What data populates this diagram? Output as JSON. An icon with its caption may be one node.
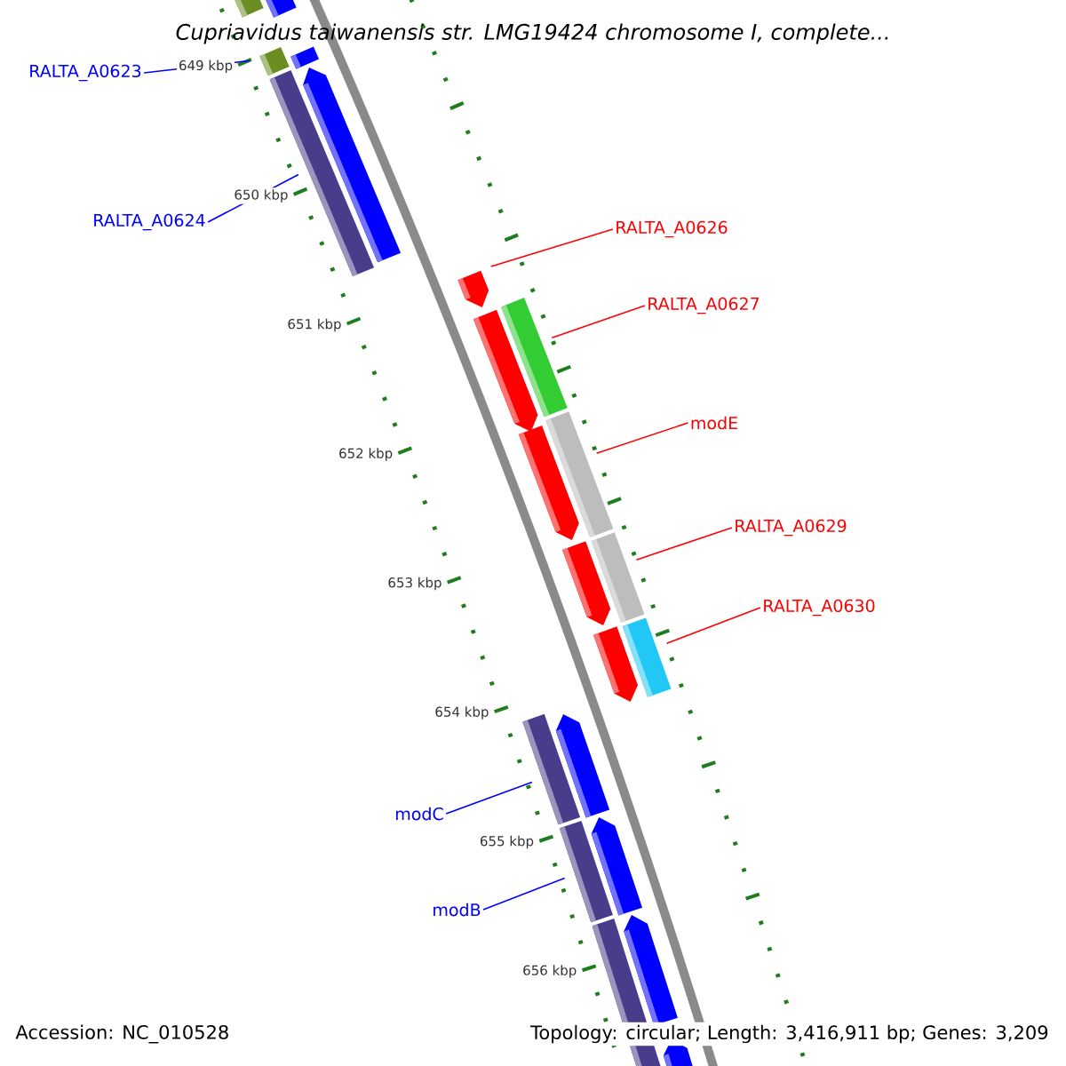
{
  "diagram": {
    "title": "Cupriavidus taiwanensis str. LMG19424 chromosome I, complete...",
    "nodes": [
      {
        "text": [
          "RALTA_A0623"
        ]
      },
      {
        "text": [],
        "shape": "bar"
      },
      {
        "text": [
          "RALTA_A0624"
        ]
      },
      {
        "text": [],
        "shape": "bar"
      },
      {
        "text": [
          "RALTA_A0626"
        ]
      },
      {
        "text": [],
        "shape": "bar"
      },
      {
        "text": [
          "RALTA_A0627"
        ]
      },
      {
        "text": [],
        "shape": "bar"
      },
      {
        "text": [
          "modE"
        ]
      },
      {
        "text": [],
        "shape": "bar"
      },
      {
        "text": [
          "RALTA_A0629"
        ]
      },
      {
        "text": [],
        "shape": "bar"
      },
      {
        "text": [
          "RALTA_A0630"
        ]
      },
      {
        "text": [],
        "shape": "bar"
      },
      {
        "text": [
          "modC"
        ]
      },
      {
        "text": [],
        "shape": "bar"
      },
      {
        "text": [
          "modB"
        ]
      },
      {
        "text": [],
        "shape": "bar"
      }
    ],
    "edges": [
      {
        "from": 0,
        "to": 1,
        "arrow": "none",
        "color": "#0000ff"
      },
      {
        "from": 2,
        "to": 3,
        "arrow": "none",
        "color": "#0000ff"
      },
      {
        "from": 4,
        "to": 5,
        "arrow": "none"
      },
      {
        "from": 6,
        "to": 7,
        "arrow": "none"
      },
      {
        "from": 8,
        "to": 9,
        "arrow": "none"
      },
      {
        "from": 10,
        "to": 11,
        "arrow": "none"
      },
      {
        "from": 12,
        "to": 13,
        "arrow": "none"
      },
      {
        "from": 14,
        "to": 15,
        "arrow": "none",
        "color": "#0000ff"
      },
      {
        "from": 16,
        "to": 17,
        "arrow": "none",
        "color": "#0000ff"
      }
    ],
    "labels": [
      "649 kbp",
      "650 kbp",
      "651 kbp",
      "652 kbp",
      "653 kbp",
      "654 kbp",
      "655 kbp",
      "656 kbp",
      "Accession: NC_010528",
      "Topology: circular; Length: 3,416,911 bp; Genes: 3,209"
    ]
  }
}
